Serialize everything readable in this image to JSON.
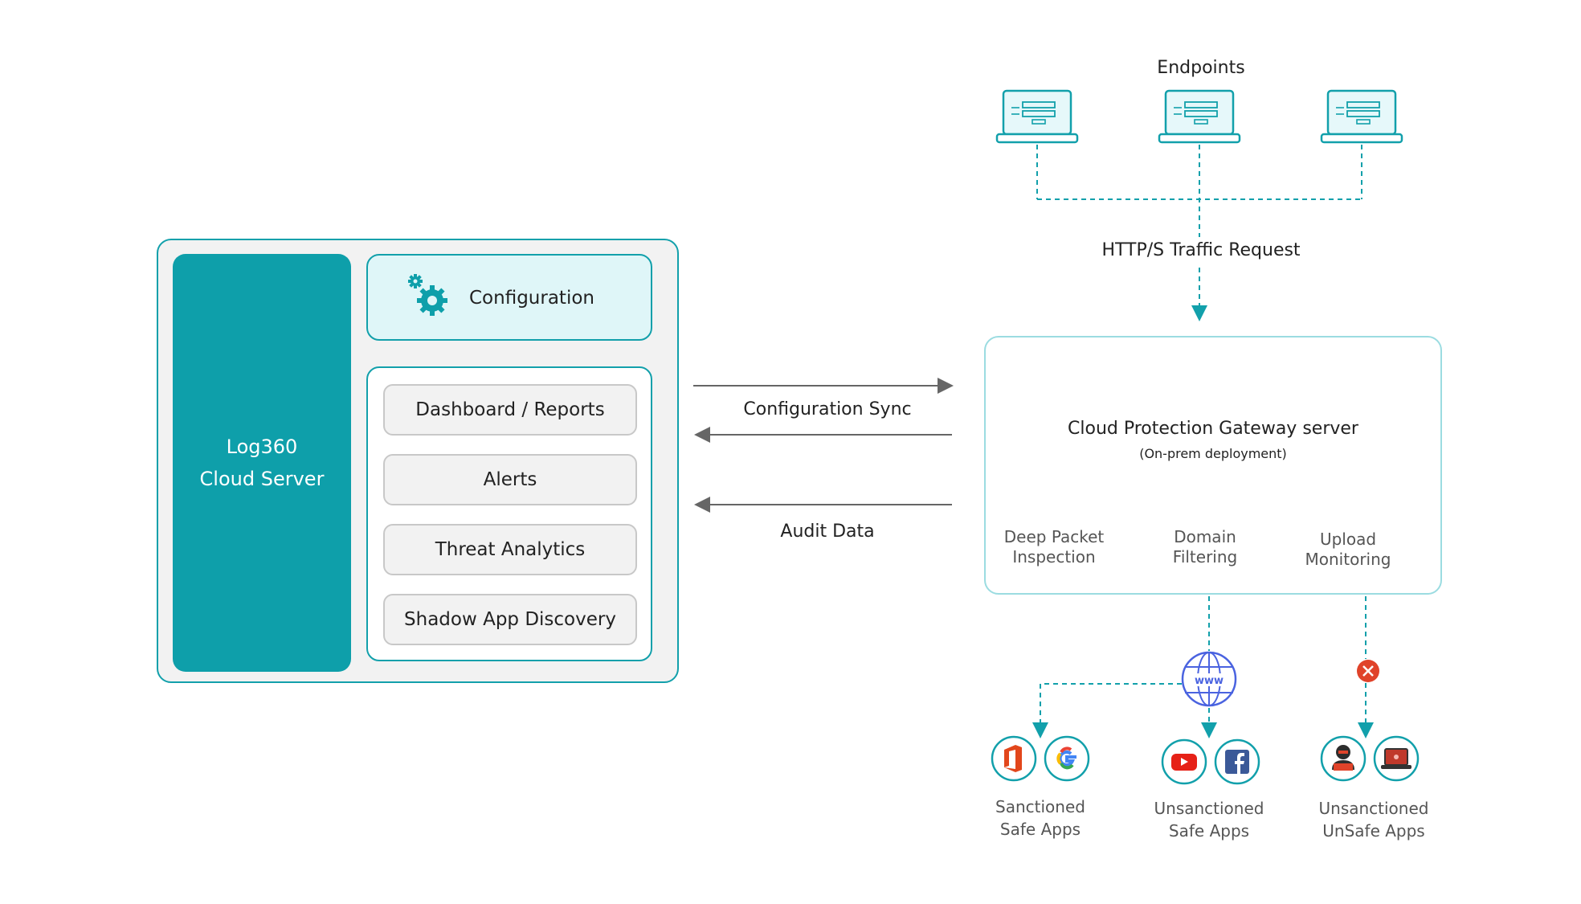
{
  "endpoints": {
    "title": "Endpoints"
  },
  "traffic_label": "HTTP/S Traffic Request",
  "log360": {
    "line1": "Log360",
    "line2": "Cloud Server",
    "configuration_label": "Configuration",
    "modules": [
      "Dashboard / Reports",
      "Alerts",
      "Threat Analytics",
      "Shadow App Discovery"
    ]
  },
  "links": {
    "config_sync": "Configuration Sync",
    "audit_data": "Audit Data"
  },
  "gateway": {
    "title": "Cloud Protection Gateway server",
    "subtitle": "(On-prem deployment)",
    "features": [
      {
        "line1": "Deep Packet",
        "line2": "Inspection",
        "icon": "inspection-icon"
      },
      {
        "line1": "Domain",
        "line2": "Filtering",
        "icon": "firewall-icon"
      },
      {
        "line1": "Upload",
        "line2": "Monitoring",
        "icon": "cloud-upload-icon"
      }
    ]
  },
  "app_groups": [
    {
      "line1": "Sanctioned",
      "line2": "Safe Apps",
      "icons": [
        "office-icon",
        "google-icon"
      ]
    },
    {
      "line1": "Unsanctioned",
      "line2": "Safe Apps",
      "icons": [
        "youtube-icon",
        "facebook-icon"
      ]
    },
    {
      "line1": "Unsanctioned",
      "line2": "UnSafe Apps",
      "icons": [
        "hacker-icon",
        "malware-laptop-icon"
      ]
    }
  ],
  "globe_text": "www",
  "colors": {
    "teal": "#0e9faa",
    "teal_border": "#12a0ab",
    "light_teal": "#dff6f8",
    "panel_gray": "#f2f2f2",
    "globe_blue": "#4a63e0",
    "blocked_red": "#e0432a"
  }
}
